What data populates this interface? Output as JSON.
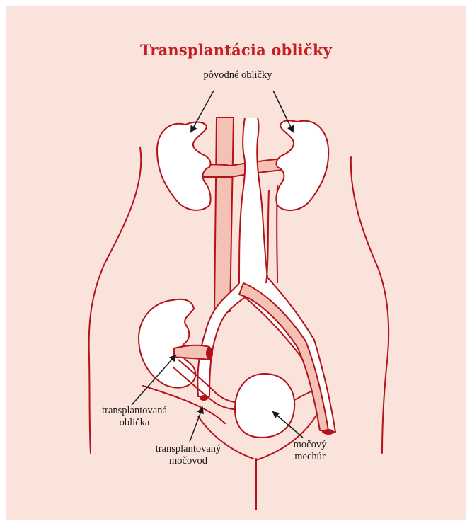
{
  "title": "Transplantácia obličky",
  "labels": {
    "native_kidneys": "pôvodné obličky",
    "transplanted_kidney_line1": "transplantovaná",
    "transplanted_kidney_line2": "oblička",
    "transplanted_ureter_line1": "transplantovaný",
    "transplanted_ureter_line2": "močovod",
    "bladder_line1": "močový",
    "bladder_line2": "mechúr"
  },
  "colors": {
    "background": "#fae3da",
    "outline": "#b3121a",
    "vessel_fill": "#f4c2b4",
    "organ_fill": "#ffffff",
    "title": "#c32026",
    "arrow": "#1a1a1a"
  }
}
